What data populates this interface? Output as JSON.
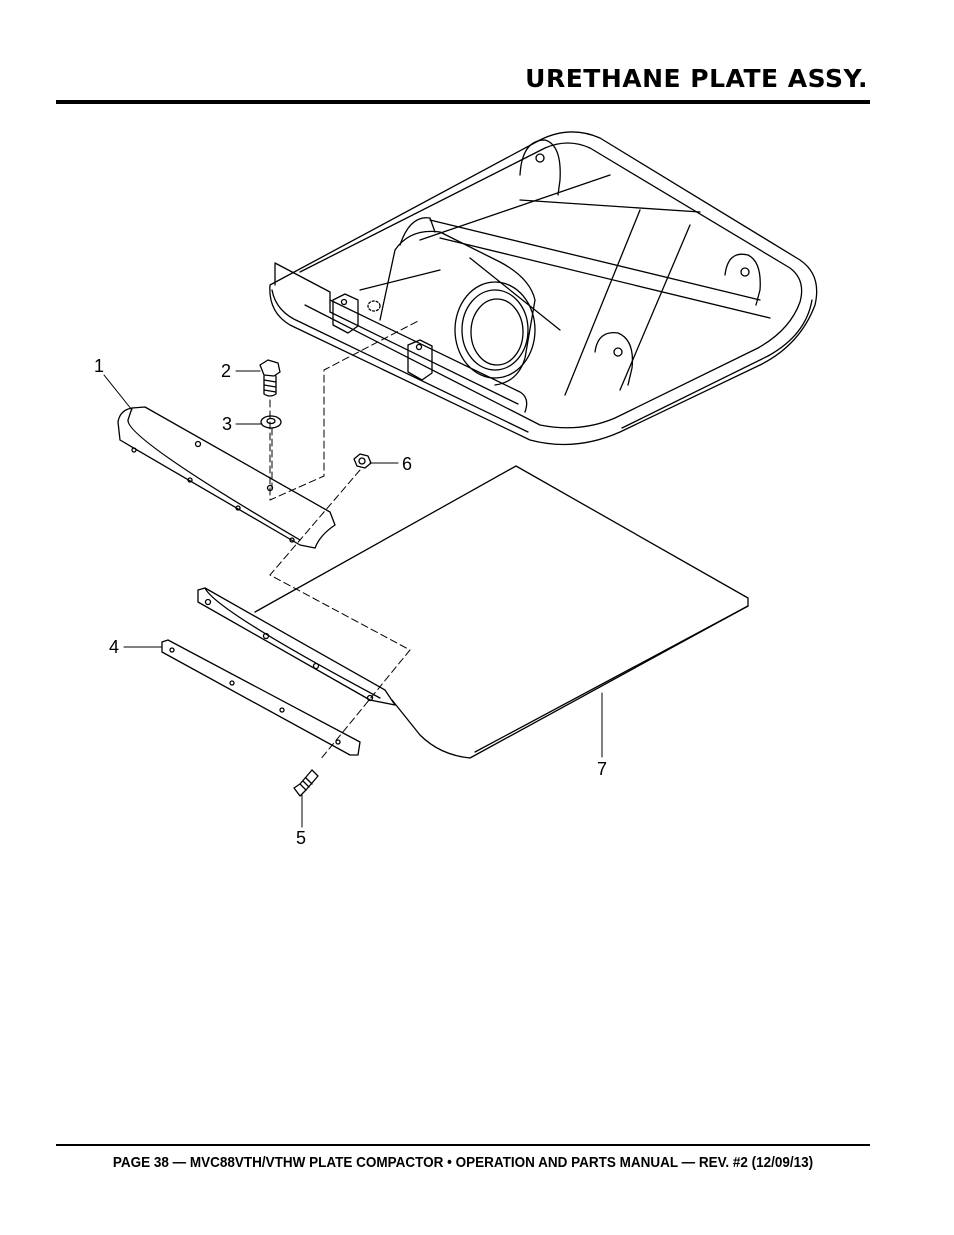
{
  "header": {
    "title": "URETHANE PLATE ASSY."
  },
  "diagram": {
    "callouts": [
      {
        "id": "callout-1",
        "label": "1"
      },
      {
        "id": "callout-2",
        "label": "2"
      },
      {
        "id": "callout-3",
        "label": "3"
      },
      {
        "id": "callout-4",
        "label": "4"
      },
      {
        "id": "callout-5",
        "label": "5"
      },
      {
        "id": "callout-6",
        "label": "6"
      },
      {
        "id": "callout-7",
        "label": "7"
      }
    ]
  },
  "footer": {
    "text": "PAGE 38 — MVC88VTH/VTHW PLATE COMPACTOR • OPERATION AND PARTS MANUAL — REV. #2 (12/09/13)"
  }
}
